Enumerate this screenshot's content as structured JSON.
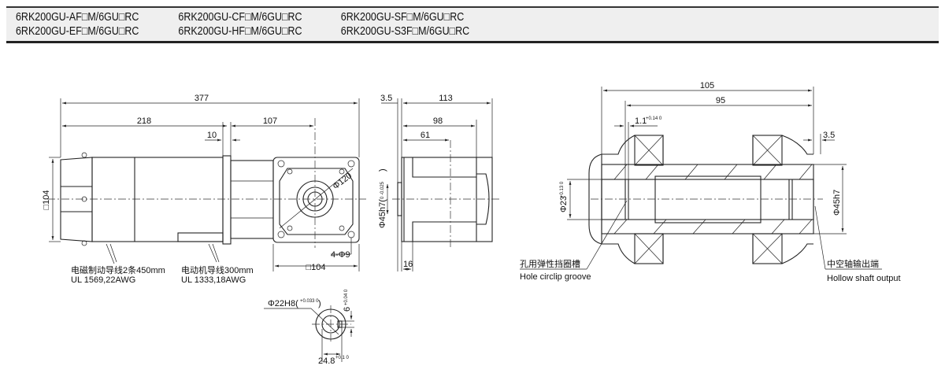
{
  "header": {
    "models_row1": [
      "6RK200GU-AF□M/6GU□RC",
      "6RK200GU-CF□M/6GU□RC",
      "6RK200GU-SF□M/6GU□RC"
    ],
    "models_row2": [
      "6RK200GU-EF□M/6GU□RC",
      "6RK200GU-HF□M/6GU□RC",
      "6RK200GU-S3F□M/6GU□RC"
    ]
  },
  "front_view": {
    "dim_total": "377",
    "dim_motor": "218",
    "dim_gear": "107",
    "dim_flange": "10",
    "dim_height": "□104",
    "dim_square": "□104",
    "dim_pcd": "Φ120",
    "dim_holes": "4-Φ9",
    "brake_lead_cn": "电磁制动导线2条450mm",
    "brake_lead_ul": "UL 1569,22AWG",
    "motor_lead_cn": "电动机导线300mm",
    "motor_lead_ul": "UL 1333,18AWG"
  },
  "side_view": {
    "dim_35": "3.5",
    "dim_113": "113",
    "dim_98": "98",
    "dim_61": "61",
    "dim_16": "16",
    "dim_shaft": "Φ45h7(",
    "dim_shaft_tol": "0 -0.025",
    "dim_shaft_close": ")"
  },
  "keyway_detail": {
    "dim_bore": "Φ22H8(",
    "dim_bore_tol": "+0.033 0",
    "dim_bore_close": ")",
    "dim_key": "6",
    "dim_key_tol": "+0.04 0",
    "dim_depth": "24.8",
    "dim_depth_tol": "+0.1 0"
  },
  "section_view": {
    "dim_105": "105",
    "dim_95": "95",
    "dim_groove": "1.1",
    "dim_groove_tol": "+0.14 0",
    "dim_35": "3.5",
    "dim_bore": "Φ23",
    "dim_bore_tol": "+0.13 0",
    "dim_outer": "Φ45h7",
    "circlip_cn": "孔用弹性挡圈槽",
    "circlip_en": "Hole circlip groove",
    "output_cn": "中空轴输出端",
    "output_en": "Hollow shaft output"
  }
}
